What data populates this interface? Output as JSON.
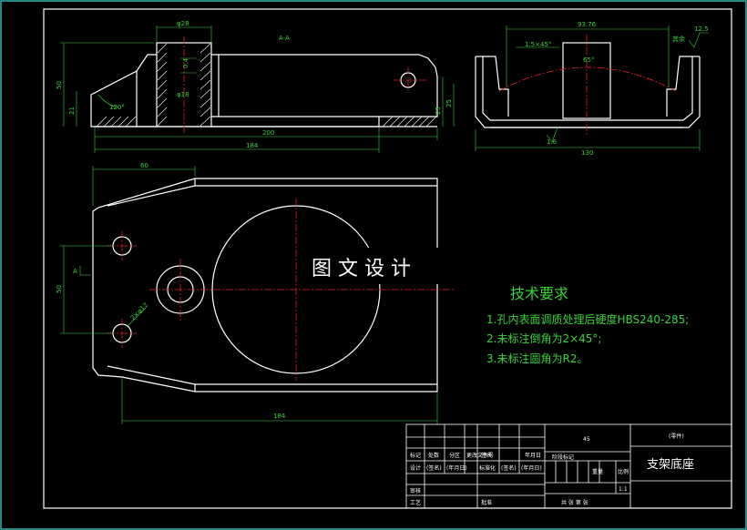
{
  "watermark": "图 文 设 计",
  "tech_requirements": {
    "title": "技术要求",
    "items": [
      "1.孔内表面调质处理后硬度HBS240-285;",
      "2.未标注倒角为2×45°;",
      "3.未标注圆角为R2。"
    ]
  },
  "front_view": {
    "section_label": "A-A",
    "dims": {
      "top_diameter": "φ28",
      "inner_diameter": "φ18",
      "height": "50",
      "base_height": "21",
      "angle": "120°",
      "total_length": "200",
      "length": "184",
      "right_height": "25",
      "right_height2": "23",
      "small_tol": "0.4"
    }
  },
  "side_view": {
    "dims": {
      "width_top": "93.76",
      "chamfer": "1.5×45°",
      "angle": "65°",
      "roughness": "12.5",
      "roughness_note": "其余",
      "roughness_bottom": "1.6",
      "width_bottom": "130"
    }
  },
  "plan_view": {
    "section_mark": "A",
    "dims": {
      "left_width": "60",
      "hole_spacing": "50",
      "hole_dia": "2×φ12",
      "bottom_length": "184"
    }
  },
  "title_block": {
    "material": "45",
    "drawing_no_label": "(零件)",
    "part_name": "支架底座",
    "scale_value": "1:1",
    "labels": {
      "mark": "标记",
      "count": "处数",
      "zone": "分区",
      "change_doc": "更改文件号",
      "signature": "签名",
      "date": "年月日",
      "design": "设计",
      "signature2": "(签名)",
      "date2": "(年月日)",
      "standard": "标准化",
      "signature3": "(签名)",
      "date3": "(年月日)",
      "stage": "阶段标记",
      "weight": "重量",
      "scale": "比例",
      "review": "审核",
      "process": "工艺",
      "approve": "批准",
      "sheets": "共 张 第 张"
    }
  }
}
